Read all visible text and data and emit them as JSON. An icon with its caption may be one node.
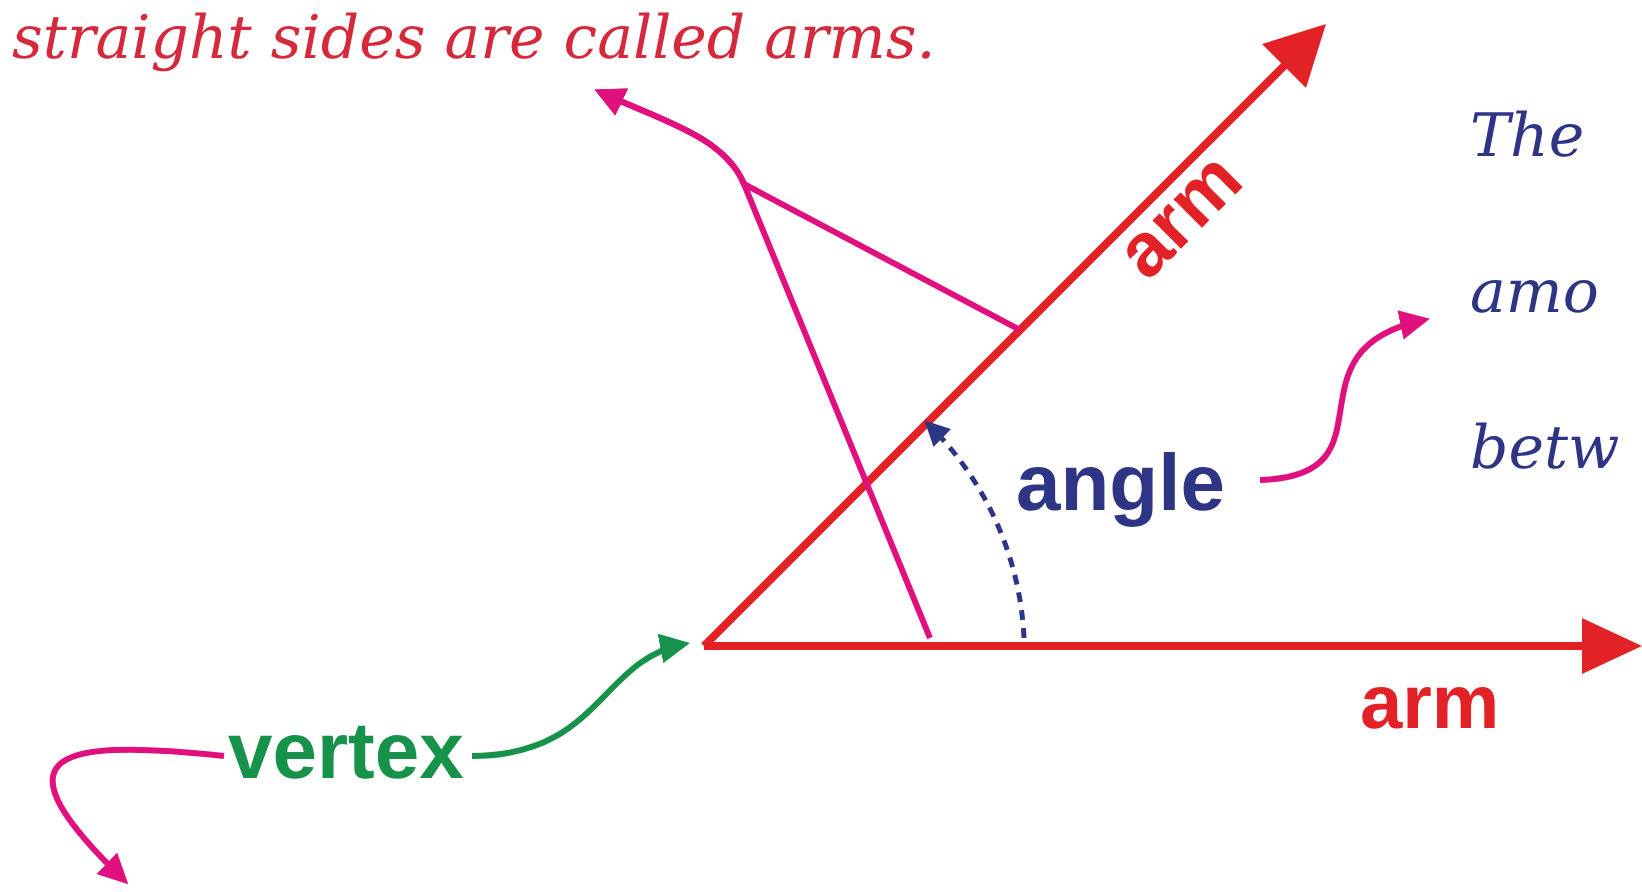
{
  "diagram": {
    "nodes": [
      {
        "text": [
          "straight sides are called arms."
        ]
      },
      {
        "text": [
          "The amo betw"
        ]
      },
      {
        "text": [
          "angle"
        ]
      },
      {
        "text": [
          "vertex"
        ]
      }
    ],
    "edges": [
      {
        "from": null,
        "to": 0,
        "arrow": "to"
      },
      {
        "from": null,
        "to": 0,
        "arrow": "to"
      },
      {
        "from": 2,
        "to": 1,
        "arrow": "to"
      },
      {
        "from": 3,
        "to": null,
        "arrow": "to",
        "color": "#17924a"
      },
      {
        "from": 3,
        "to": null,
        "arrow": "to"
      }
    ],
    "labels": [
      "arm",
      "arm"
    ]
  }
}
